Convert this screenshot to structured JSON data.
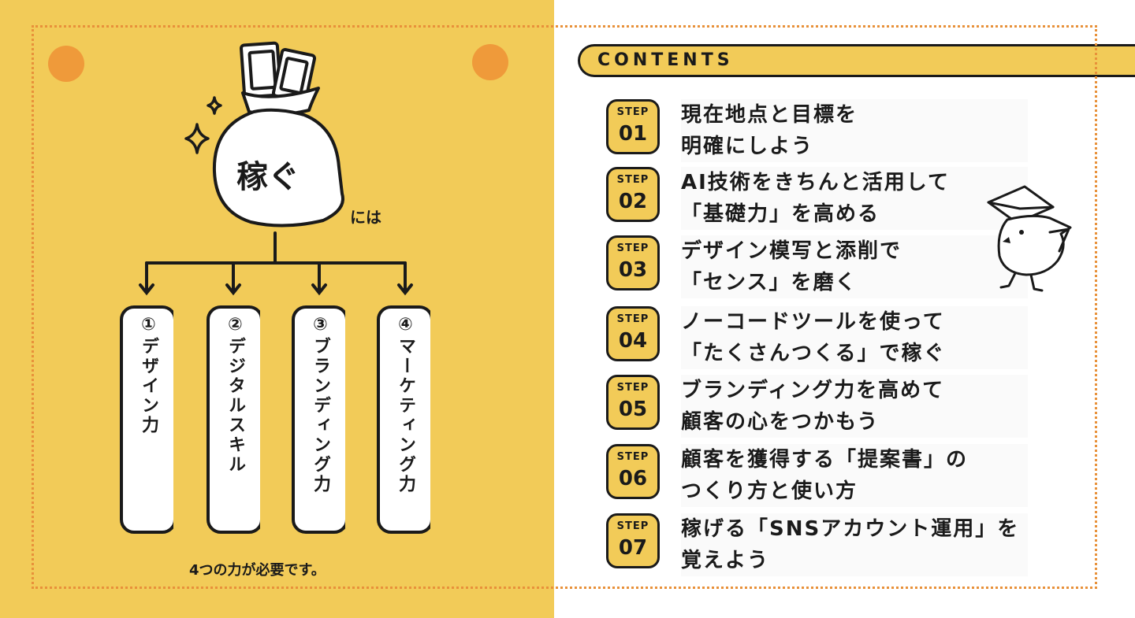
{
  "left": {
    "bag_label": "稼ぐ",
    "niha": "には",
    "columns": [
      {
        "text": "①デザイン力"
      },
      {
        "text": "②デジタルスキル"
      },
      {
        "text": "③ブランディング力"
      },
      {
        "text": "④マーケティング力"
      }
    ],
    "footer": "4つの力が必要です。"
  },
  "contents": {
    "title": "CONTENTS",
    "steps": [
      {
        "label": "STEP",
        "num": "01",
        "line1": "現在地点と目標を",
        "line2": "明確にしよう"
      },
      {
        "label": "STEP",
        "num": "02",
        "line1": "AI技術をきちんと活用して",
        "line2": "「基礎力」を高める"
      },
      {
        "label": "STEP",
        "num": "03",
        "line1": "デザイン模写と添削で",
        "line2": "「センス」を磨く"
      },
      {
        "label": "STEP",
        "num": "04",
        "line1": "ノーコードツールを使って",
        "line2": "「たくさんつくる」で稼ぐ"
      },
      {
        "label": "STEP",
        "num": "05",
        "line1": "ブランディング力を高めて",
        "line2": "顧客の心をつかもう"
      },
      {
        "label": "STEP",
        "num": "06",
        "line1": "顧客を獲得する「提案書」の",
        "line2": "つくり方と使い方"
      },
      {
        "label": "STEP",
        "num": "07",
        "line1": "稼げる「SNSアカウント運用」を",
        "line2": "覚えよう"
      }
    ]
  },
  "colors": {
    "yellow": "#f2cb58",
    "orange": "#ef9a3a",
    "ink": "#1a1a1a"
  }
}
